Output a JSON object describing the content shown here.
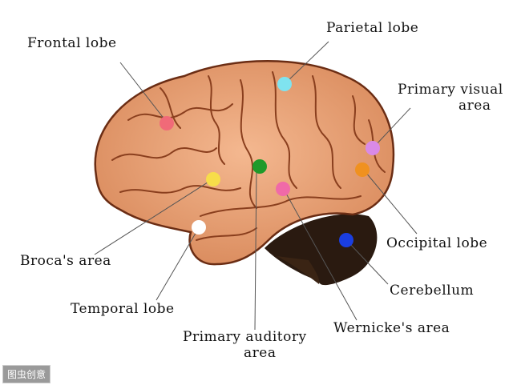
{
  "labels": {
    "frontal_lobe": "Frontal lobe",
    "parietal_lobe": "Parietal lobe",
    "primary_visual_line1": "Primary visual",
    "primary_visual_line2": "area",
    "occipital_lobe": "Occipital lobe",
    "cerebellum": "Cerebellum",
    "wernickes_area": "Wernicke's area",
    "primary_auditory_line1": "Primary auditory",
    "primary_auditory_line2": "area",
    "temporal_lobe": "Temporal lobe",
    "brocas_area": "Broca's area"
  },
  "watermark": "图虫创意",
  "colors": {
    "brain": "#e9a57c",
    "brain_outline": "#6b2d14",
    "cerebellum": "#2a1a10",
    "frontal": "#f06a78",
    "parietal": "#7fe3ef",
    "visual": "#d98ae6",
    "occipital": "#f0911f",
    "green": "#1f9a2a",
    "yellow": "#f7dd4a",
    "wernicke": "#f06aa8",
    "broca": "#ffffff",
    "cerebellum_dot": "#1a3ee0"
  }
}
